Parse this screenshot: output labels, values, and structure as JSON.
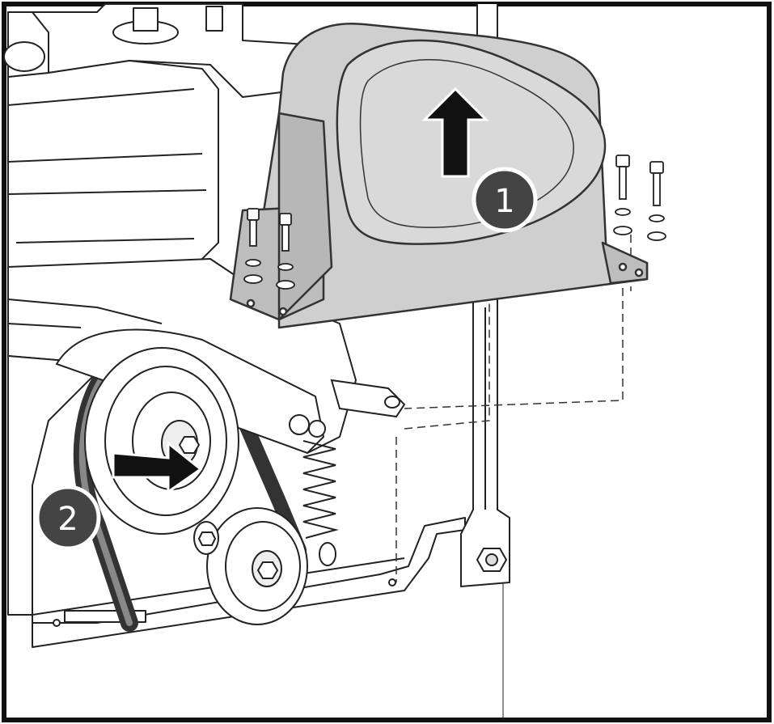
{
  "diagram": {
    "steps": [
      {
        "label": "1",
        "action": "up-arrow"
      },
      {
        "label": "2",
        "action": "right-arrow"
      }
    ],
    "colors": {
      "line": "#222222",
      "cover_fill": "#cfcfcf",
      "badge_fill": "#444444",
      "badge_ring": "#ffffff",
      "arrow_fill": "#111111",
      "frame": "#111111"
    }
  }
}
